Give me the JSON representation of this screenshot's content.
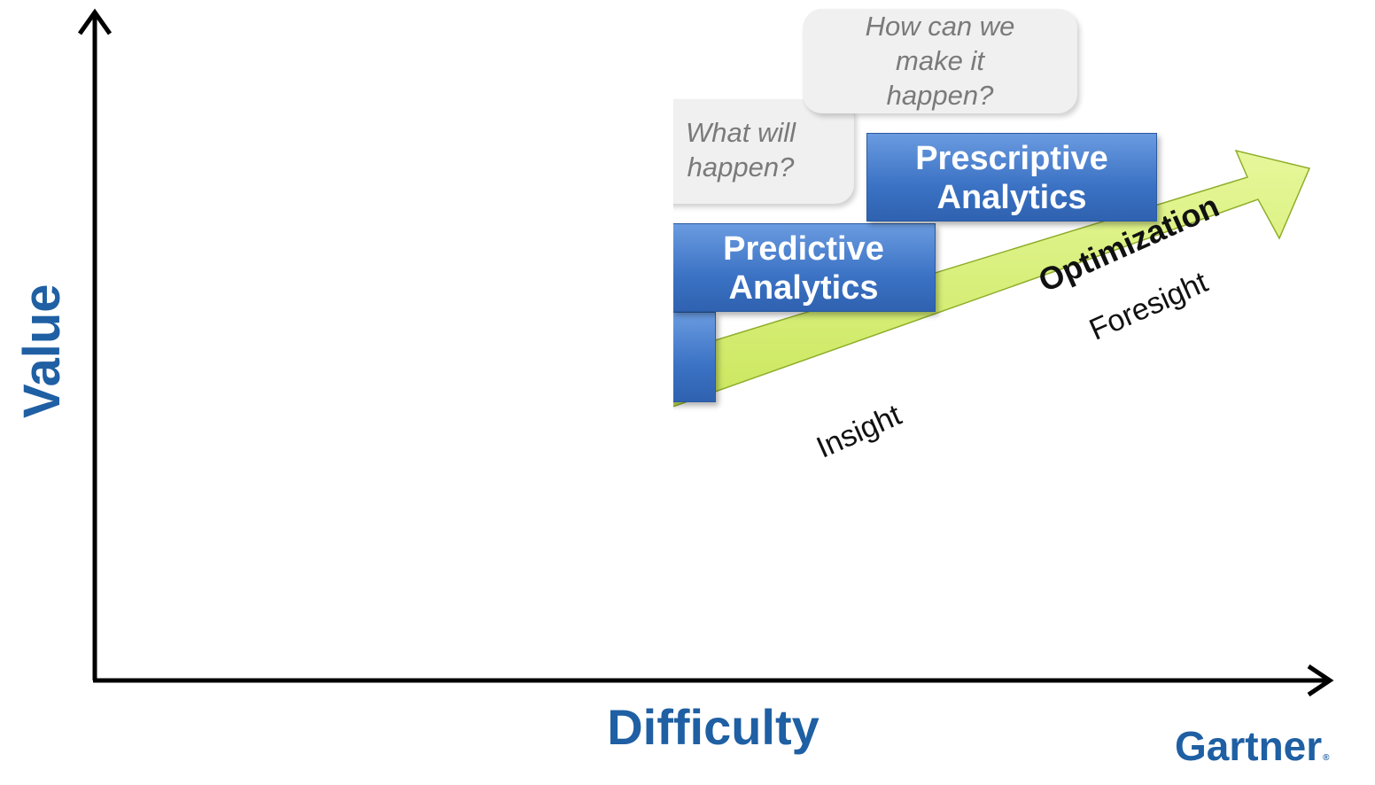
{
  "axes": {
    "y_label": "Value",
    "x_label": "Difficulty"
  },
  "questions": {
    "predictive_question": "What will happen?",
    "prescriptive_question_line1": "How can we",
    "prescriptive_question_line2": "make it",
    "prescriptive_question_line3": "happen?"
  },
  "stages": {
    "predictive_line1": "Predictive",
    "predictive_line2": "Analytics",
    "prescriptive_line1": "Prescriptive",
    "prescriptive_line2": "Analytics"
  },
  "arrow": {
    "main_label": "Optimization",
    "labels": [
      "Insight",
      "Foresight"
    ],
    "fill_color": "#d9f07a"
  },
  "brand": {
    "name": "Gartner",
    "mark": "®"
  },
  "colors": {
    "axis": "#000000",
    "title_blue": "#1f5fa3",
    "box_blue": "#3b72c4",
    "bubble_gray": "#f0f0f0"
  }
}
